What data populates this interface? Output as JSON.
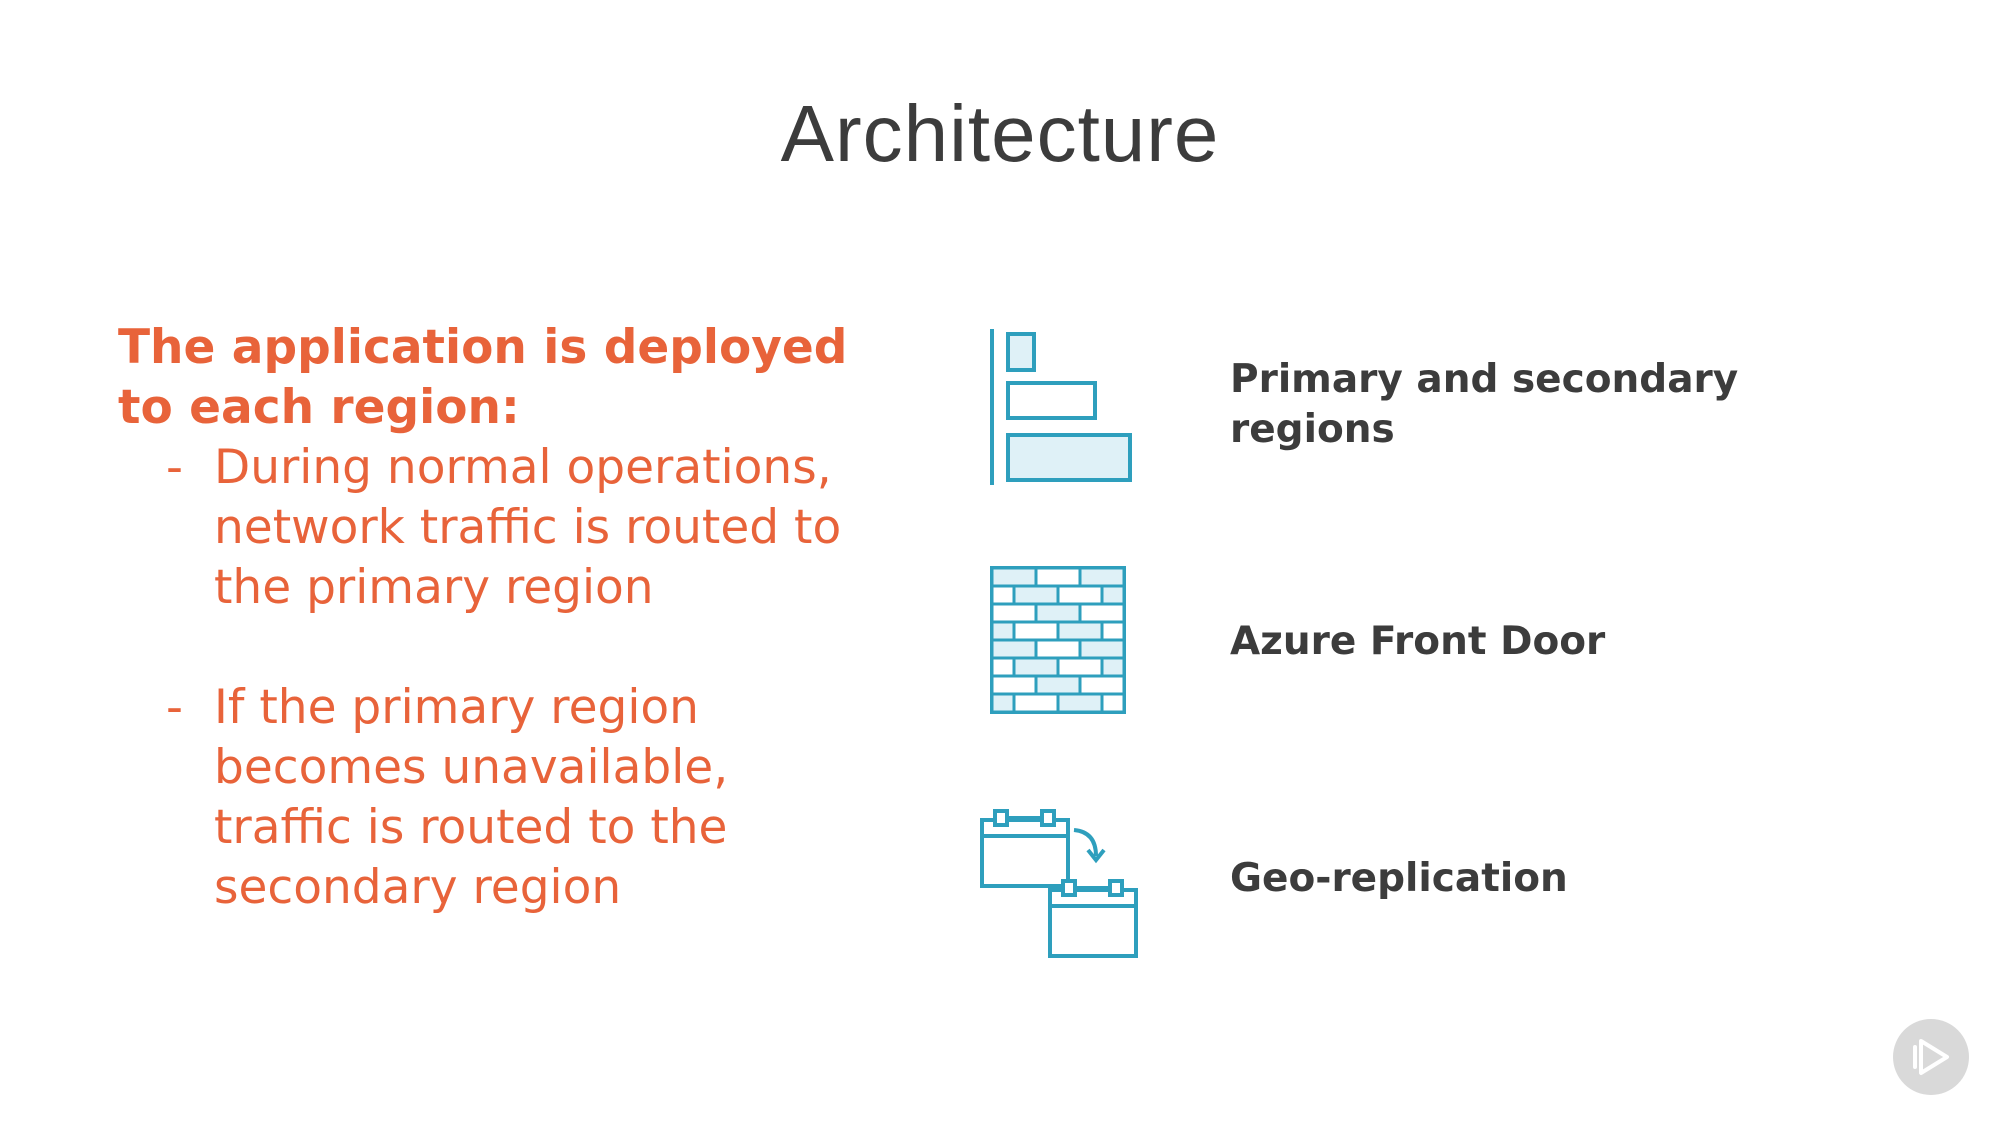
{
  "slide": {
    "title": "Architecture"
  },
  "left": {
    "lead": "The application is deployed to each region:",
    "bullets": [
      {
        "marker": "-",
        "text": "During normal operations, network traffic is routed to the primary region"
      },
      {
        "marker": "-",
        "text": "If the primary region becomes unavailable, traffic is routed to the secondary region"
      }
    ]
  },
  "right": {
    "items": [
      {
        "icon": "region-bars-icon",
        "label": "Primary and secondary regions"
      },
      {
        "icon": "firewall-brick-icon",
        "label": "Azure Front Door"
      },
      {
        "icon": "geo-replication-icon",
        "label": "Geo-replication"
      }
    ]
  },
  "badge": {
    "icon": "play-logo-icon"
  },
  "colors": {
    "accent": "#e8633a",
    "icon": "#2e9fbd",
    "icon_fill": "#dff1f7",
    "text": "#3c3c3c",
    "badge": "#d9d9d9"
  }
}
